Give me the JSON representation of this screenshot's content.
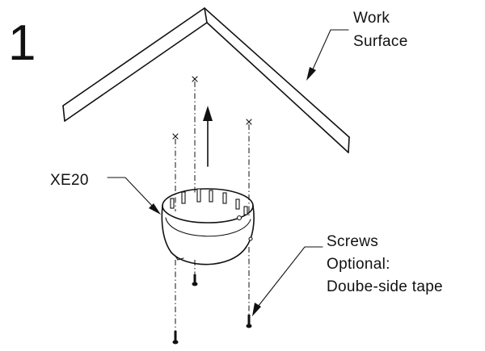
{
  "step_number": "1",
  "labels": {
    "work_surface_line1": "Work",
    "work_surface_line2": "Surface",
    "device": "XE20",
    "screws_line1": "Screws",
    "screws_line2": "Optional:",
    "screws_line3": "Doube-side tape"
  }
}
